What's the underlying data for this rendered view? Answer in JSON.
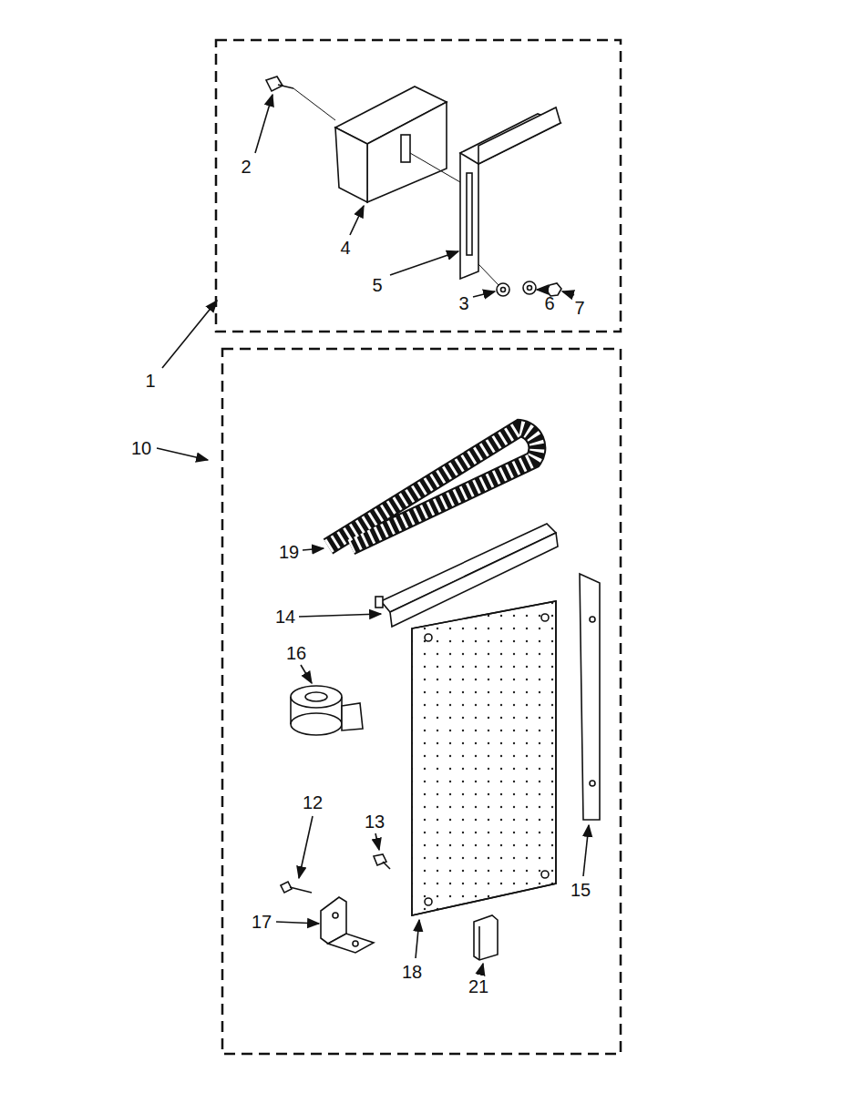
{
  "diagram": {
    "labels": [
      "2",
      "4",
      "5",
      "3",
      "6",
      "7",
      "1",
      "10",
      "19",
      "14",
      "16",
      "12",
      "13",
      "17",
      "18",
      "15",
      "21"
    ]
  }
}
